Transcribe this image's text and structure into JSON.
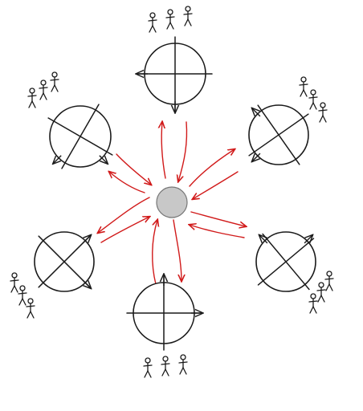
{
  "diagram": {
    "hub": {
      "color": "#c8c8c8",
      "stroke": "#777777"
    },
    "arrow_color": "#d11a1a",
    "ink_color": "#1a1a1a",
    "nodes": [
      {
        "name": "top",
        "people": 3
      },
      {
        "name": "upper-left",
        "people": 3
      },
      {
        "name": "upper-right",
        "people": 3
      },
      {
        "name": "lower-left",
        "people": 3
      },
      {
        "name": "lower-right",
        "people": 3
      },
      {
        "name": "bottom",
        "people": 3
      }
    ]
  }
}
